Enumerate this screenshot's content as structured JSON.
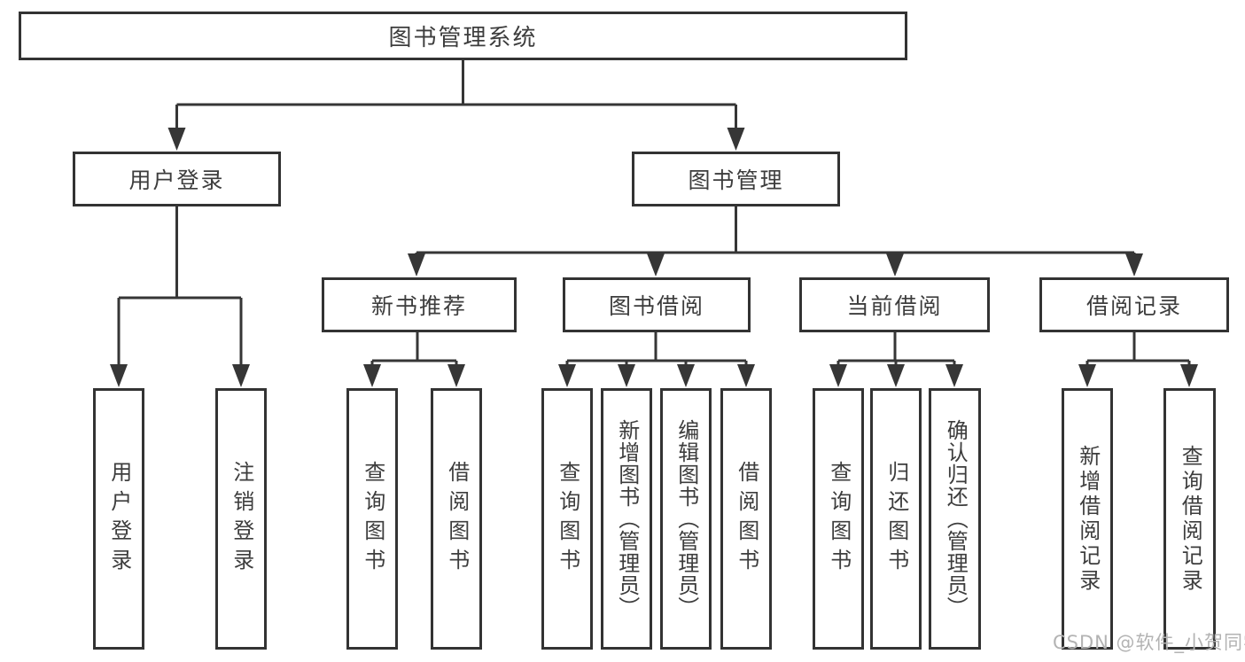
{
  "nodes": {
    "root": {
      "label": "图书管理系统"
    },
    "user_login": {
      "label": "用户登录"
    },
    "book_mgmt": {
      "label": "图书管理"
    },
    "new_books": {
      "label": "新书推荐"
    },
    "book_borrow": {
      "label": "图书借阅"
    },
    "current_borrow": {
      "label": "当前借阅"
    },
    "borrow_records": {
      "label": "借阅记录"
    },
    "leaf_user_login": {
      "label": "用户登录"
    },
    "leaf_logout": {
      "label": "注销登录"
    },
    "leaf_nb_query": {
      "label": "查询图书"
    },
    "leaf_nb_borrow": {
      "label": "借阅图书"
    },
    "leaf_bb_query": {
      "label": "查询图书"
    },
    "leaf_bb_add": {
      "label": "新增图书（管理员）"
    },
    "leaf_bb_edit": {
      "label": "编辑图书（管理员）"
    },
    "leaf_bb_borrow": {
      "label": "借阅图书"
    },
    "leaf_cb_query": {
      "label": "查询图书"
    },
    "leaf_cb_return": {
      "label": "归还图书"
    },
    "leaf_cb_confirm": {
      "label": "确认归还（管理员）"
    },
    "leaf_br_add": {
      "label": "新增借阅记录"
    },
    "leaf_br_query": {
      "label": "查询借阅记录"
    }
  },
  "hierarchy": {
    "图书管理系统": [
      "用户登录",
      "图书管理"
    ],
    "用户登录": [
      "用户登录",
      "注销登录"
    ],
    "图书管理": [
      "新书推荐",
      "图书借阅",
      "当前借阅",
      "借阅记录"
    ],
    "新书推荐": [
      "查询图书",
      "借阅图书"
    ],
    "图书借阅": [
      "查询图书",
      "新增图书（管理员）",
      "编辑图书（管理员）",
      "借阅图书"
    ],
    "当前借阅": [
      "查询图书",
      "归还图书",
      "确认归还（管理员）"
    ],
    "借阅记录": [
      "新增借阅记录",
      "查询借阅记录"
    ]
  },
  "watermark": {
    "text": "CSDN @软件_小贺同学",
    "color": "#b3b3b3"
  },
  "colors": {
    "line": "#363636",
    "box_border": "#333333",
    "box_fill": "#ffffff",
    "text": "#3d3d3d",
    "background": "#ffffff"
  }
}
